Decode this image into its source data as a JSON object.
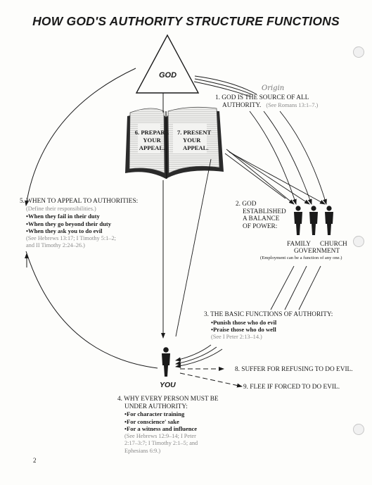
{
  "title": "HOW GOD'S AUTHORITY STRUCTURE FUNCTIONS",
  "god_label": "GOD",
  "handwritten_note": "Origin",
  "book": {
    "left_page": [
      "6. PREPARE",
      "YOUR",
      "APPEAL."
    ],
    "right_page": [
      "7. PRESENT",
      "YOUR",
      "APPEAL."
    ]
  },
  "item1": {
    "line1": "1. GOD IS THE SOURCE OF ALL",
    "line2": "AUTHORITY.",
    "ref": "(See Romans 13:1–7.)"
  },
  "item2": {
    "lines": [
      "2. GOD",
      "ESTABLISHED",
      "A BALANCE",
      "OF POWER:"
    ],
    "family": "FAMILY",
    "church": "CHURCH",
    "government": "GOVERNMENT",
    "note": "(Employment can be a function of any one.)"
  },
  "item3": {
    "heading": "3. THE BASIC FUNCTIONS OF AUTHORITY:",
    "bullets": [
      "Punish those who do evil",
      "Praise those who do well"
    ],
    "ref": "(See I Peter 2:13–14.)"
  },
  "item4": {
    "heading_line1": "4. WHY EVERY PERSON MUST BE",
    "heading_line2": "UNDER AUTHORITY:",
    "bullets": [
      "For character training",
      "For conscience' sake",
      "For a witness and influence"
    ],
    "ref_lines": [
      "(See Hebrews 12:9–14; I Peter",
      "2:17–3:7; I Timothy 2:1–5; and",
      "Ephesians 6:9.)"
    ]
  },
  "item5": {
    "heading": "5. WHEN TO APPEAL TO AUTHORITIES:",
    "subtext": "(Define their responsibilities.)",
    "bullets": [
      "When they fail in their duty",
      "When they go beyond their duty",
      "When they ask you to do evil"
    ],
    "ref_lines": [
      "(See Hebrews 13:17; I Timothy 5:1–2;",
      "and II Timothy 2:24–26.)"
    ]
  },
  "item8": "8. SUFFER FOR REFUSING TO DO EVIL.",
  "item9": "9. FLEE IF FORCED TO DO EVIL.",
  "you_label": "YOU",
  "page_number": "2",
  "colors": {
    "ink": "#1a1a1a",
    "gray_text": "#8a8a8a",
    "paper": "#fdfdfb",
    "book_page": "#e9e9e6"
  }
}
